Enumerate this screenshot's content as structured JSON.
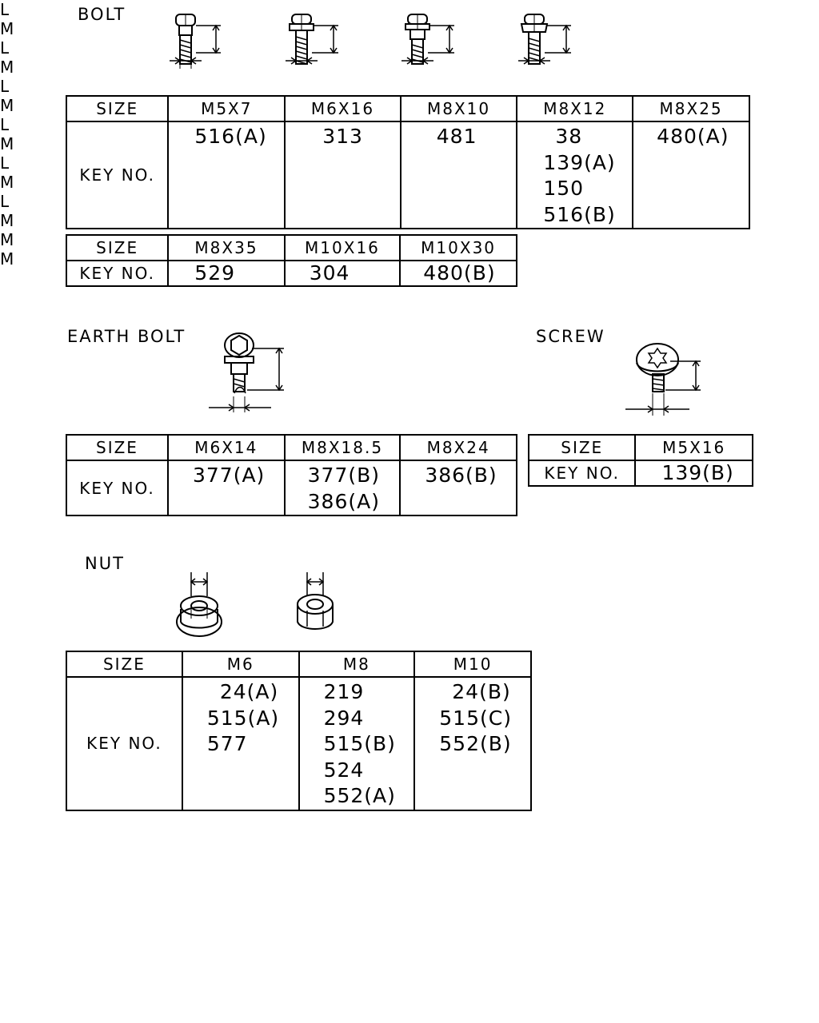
{
  "sections": {
    "bolt": "BOLT",
    "earth_bolt": "EARTH BOLT",
    "screw": "SCREW",
    "nut": "NUT"
  },
  "dims": {
    "l": "L",
    "m": "M"
  },
  "labels": {
    "size": "SIZE",
    "key_no": "KEY NO."
  },
  "bolt_table_1": {
    "sizes": [
      "M5X7",
      "M6X16",
      "M8X10",
      "M8X12",
      "M8X25"
    ],
    "keys": [
      [
        "516(A)"
      ],
      [
        "313"
      ],
      [
        "481"
      ],
      [
        "38",
        "139(A)",
        "150",
        "516(B)"
      ],
      [
        "480(A)"
      ]
    ]
  },
  "bolt_table_2": {
    "sizes": [
      "M8X35",
      "M10X16",
      "M10X30"
    ],
    "keys": [
      "529",
      "304",
      "480(B)"
    ]
  },
  "earth_bolt_table": {
    "sizes": [
      "M6X14",
      "M8X18.5",
      "M8X24"
    ],
    "keys": [
      [
        "377(A)"
      ],
      [
        "377(B)",
        "386(A)"
      ],
      [
        "386(B)"
      ]
    ]
  },
  "screw_table": {
    "sizes": [
      "M5X16"
    ],
    "keys": [
      "139(B)"
    ]
  },
  "nut_table": {
    "sizes": [
      "M6",
      "M8",
      "M10"
    ],
    "keys": [
      [
        "24(A)",
        "515(A)",
        "577"
      ],
      [
        "219",
        "294",
        "515(B)",
        "524",
        "552(A)"
      ],
      [
        "24(B)",
        "515(C)",
        "552(B)"
      ]
    ]
  }
}
